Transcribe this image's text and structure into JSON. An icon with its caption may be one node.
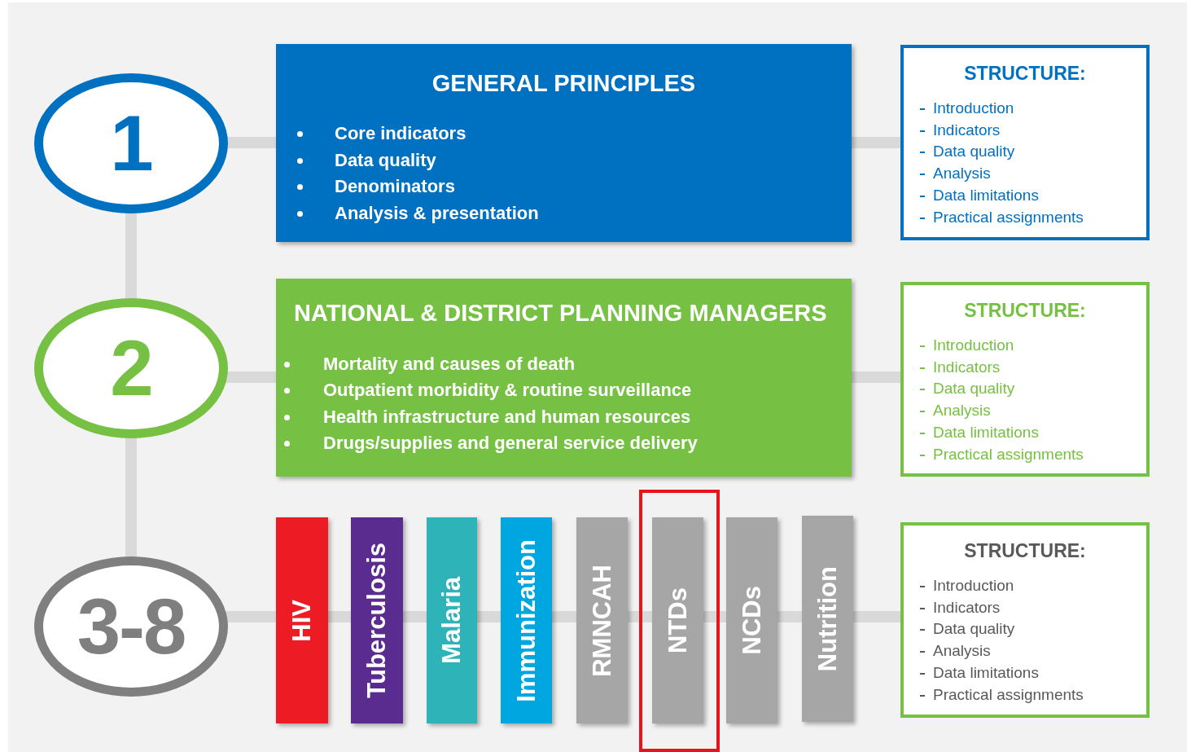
{
  "diagram": {
    "nodes": [
      {
        "text": [
          "1"
        ]
      },
      {
        "text": [
          "GENERAL PRINCIPLES",
          "Core indicators",
          "Data quality",
          "Denominators",
          "Analysis & presentation"
        ]
      },
      {
        "text": [
          "STRUCTURE:",
          "Introduction",
          "Indicators",
          "Data quality",
          "Analysis",
          "Data limitations",
          "Practical assignments"
        ]
      },
      {
        "text": [
          "2"
        ]
      },
      {
        "text": [
          "NATIONAL & DISTRICT PLANNING MANAGERS",
          "Mortality and causes of death",
          "Outpatient morbidity & routine surveillance",
          "Health infrastructure and human resources",
          "Drugs/supplies and general service delivery"
        ]
      },
      {
        "text": [
          "STRUCTURE:",
          "Introduction",
          "Indicators",
          "Data quality",
          "Analysis",
          "Data limitations",
          "Practical assignments"
        ]
      },
      {
        "text": [
          "3-8"
        ]
      },
      {
        "text": [
          "HIV"
        ]
      },
      {
        "text": [
          "Tuberculosis"
        ]
      },
      {
        "text": [
          "Malaria"
        ]
      },
      {
        "text": [
          "Immunization"
        ]
      },
      {
        "text": [
          "RMNCAH"
        ]
      },
      {
        "text": [],
        "shape": "box"
      },
      {
        "text": [
          "NTDs"
        ],
        "in": 12
      },
      {
        "text": [
          "NCDs"
        ]
      },
      {
        "text": [
          "Nutrition"
        ]
      },
      {
        "text": [
          "STRUCTURE:",
          "Introduction",
          "Indicators",
          "Data quality",
          "Analysis",
          "Data limitations",
          "Practical assignments"
        ]
      }
    ],
    "edges": [
      {
        "from": 0,
        "to": 1,
        "arrow": "none"
      },
      {
        "from": 1,
        "to": 2,
        "arrow": "none"
      },
      {
        "from": 0,
        "to": 3,
        "arrow": "none"
      },
      {
        "from": 3,
        "to": 4,
        "arrow": "none"
      },
      {
        "from": 4,
        "to": 5,
        "arrow": "none"
      },
      {
        "from": 3,
        "to": 6,
        "arrow": "none"
      },
      {
        "from": 6,
        "to": 7,
        "arrow": "none"
      },
      {
        "from": 7,
        "to": 8,
        "arrow": "none"
      },
      {
        "from": 8,
        "to": 9,
        "arrow": "none"
      },
      {
        "from": 9,
        "to": 10,
        "arrow": "none"
      },
      {
        "from": 10,
        "to": 11,
        "arrow": "none"
      },
      {
        "from": 11,
        "to": 13,
        "arrow": "none"
      },
      {
        "from": 13,
        "to": 14,
        "arrow": "none"
      },
      {
        "from": 14,
        "to": 15,
        "arrow": "none"
      },
      {
        "from": 15,
        "to": 16,
        "arrow": "none"
      }
    ]
  }
}
